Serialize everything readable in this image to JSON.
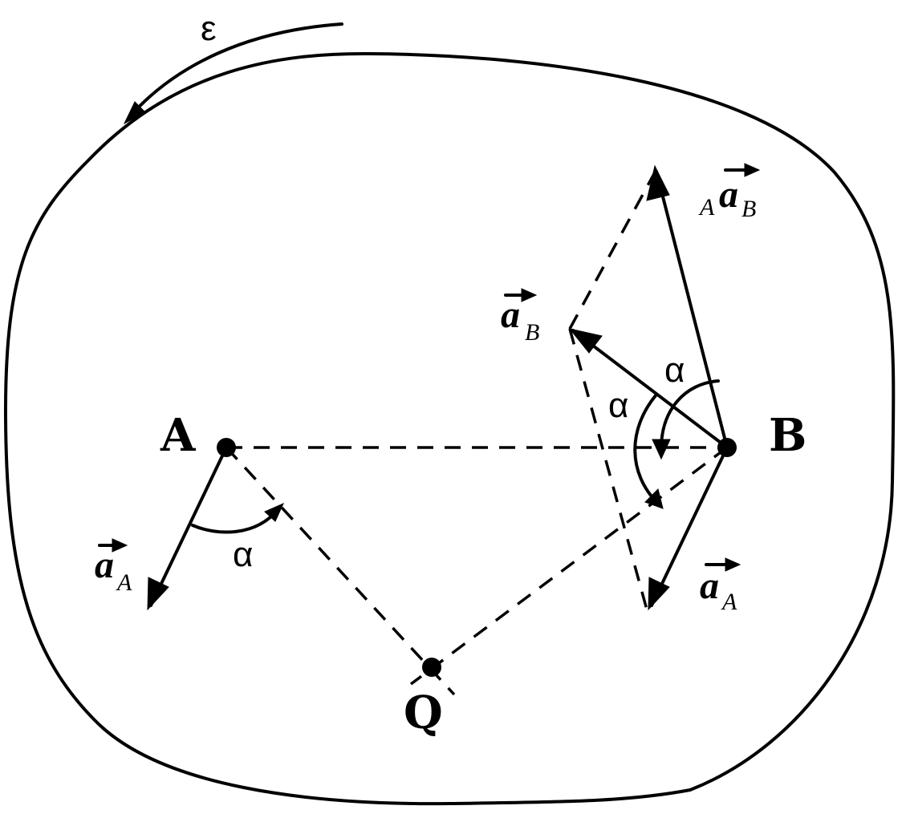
{
  "labels": {
    "point_a": "A",
    "point_b": "B",
    "point_q": "Q",
    "epsilon": "ε",
    "alpha_at_a": "α",
    "alpha_at_b_upper": "α",
    "alpha_at_b_left": "α"
  },
  "vectors": {
    "a_A_at_A": {
      "symbol": "a",
      "subscript": "A",
      "prefix": ""
    },
    "a_A_at_B": {
      "symbol": "a",
      "subscript": "A",
      "prefix": ""
    },
    "a_B": {
      "symbol": "a",
      "subscript": "B",
      "prefix": ""
    },
    "Aa_B": {
      "symbol": "a",
      "subscript": "B",
      "prefix": "A"
    }
  },
  "colors": {
    "ink": "#000000",
    "background": "#ffffff"
  }
}
